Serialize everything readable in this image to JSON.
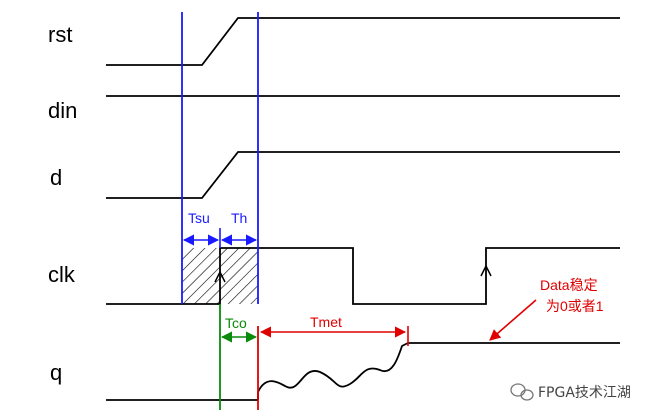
{
  "signals": {
    "rst": "rst",
    "din": "din",
    "d": "d",
    "clk": "clk",
    "q": "q"
  },
  "annotations": {
    "tsu": "Tsu",
    "th": "Th",
    "tco": "Tco",
    "tmet": "Tmet",
    "note_line1": "Data稳定",
    "note_line2": "为0或者1"
  },
  "watermark": {
    "text": "FPGA技术江湖",
    "icon": "wechat-icon"
  },
  "colors": {
    "signal": "#000000",
    "setup_hold": "#1a1aff",
    "tco": "#0a8a0a",
    "tmet": "#e00000"
  }
}
